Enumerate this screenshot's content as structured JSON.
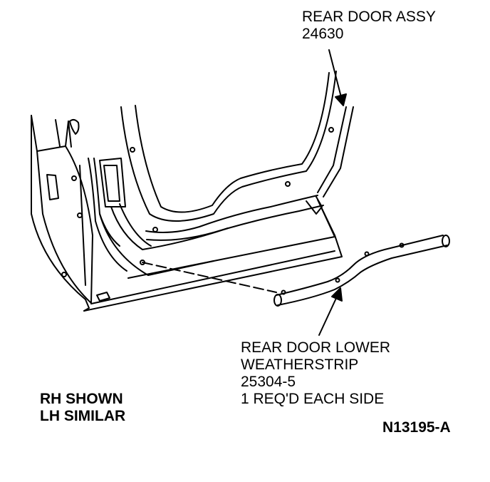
{
  "labels": {
    "rear_door_assy": {
      "line1": "REAR DOOR ASSY",
      "line2": "24630"
    },
    "weatherstrip": {
      "line1": "REAR DOOR LOWER",
      "line2": "WEATHERSTRIP",
      "line3": "25304-5",
      "line4": "1 REQ'D EACH SIDE"
    },
    "note": {
      "line1": "RH SHOWN",
      "line2": "LH SIMILAR"
    },
    "figure_id": "N13195-A"
  },
  "colors": {
    "ink": "#000000",
    "paper": "#ffffff"
  }
}
